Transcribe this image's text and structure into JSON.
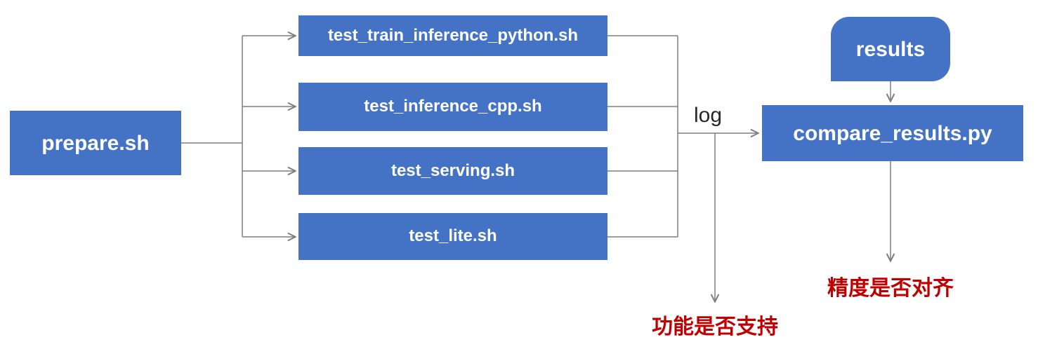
{
  "diagram": {
    "nodes": {
      "prepare": {
        "label": "prepare.sh"
      },
      "tests": [
        {
          "label": "test_train_inference_python.sh"
        },
        {
          "label": "test_inference_cpp.sh"
        },
        {
          "label": "test_serving.sh"
        },
        {
          "label": "test_lite.sh"
        }
      ],
      "results": {
        "label": "results"
      },
      "compare": {
        "label": "compare_results.py"
      }
    },
    "labels": {
      "log": "log",
      "accuracy_check": "精度是否对齐",
      "function_check": "功能是否支持"
    },
    "colors": {
      "node_fill": "#4472C4",
      "node_text": "#FFFFFF",
      "arrow": "#7F7F7F",
      "check_text": "#C00000",
      "log_text": "#262626",
      "background": "#FFFFFF"
    }
  }
}
